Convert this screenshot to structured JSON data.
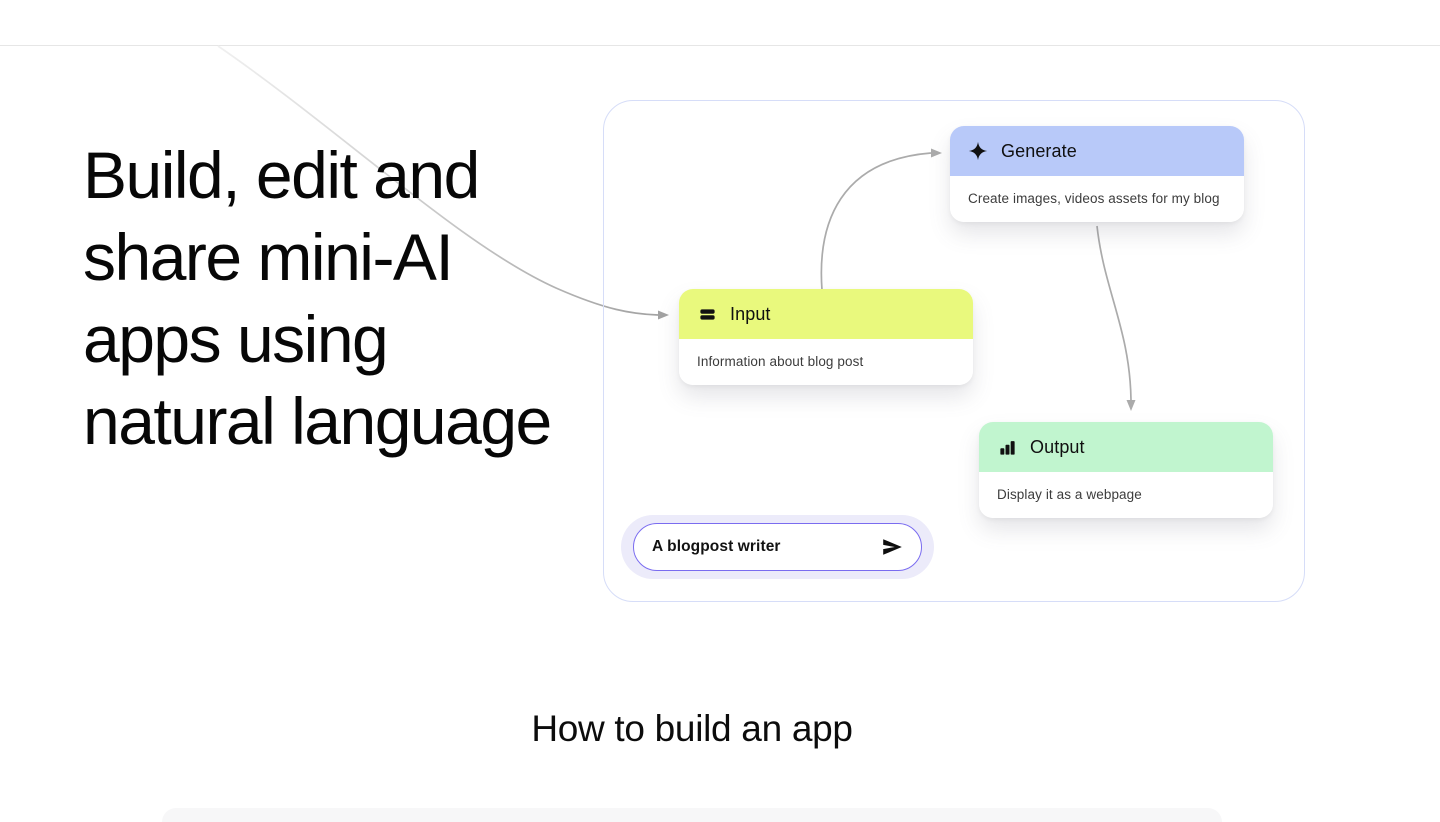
{
  "hero": {
    "lines": [
      "Build, edit and",
      "share mini-AI",
      "apps using",
      "natural language"
    ]
  },
  "canvas": {
    "nodes": [
      {
        "id": "generate",
        "icon": "sparkle-icon",
        "title": "Generate",
        "description": "Create images, videos assets for my blog",
        "header_color": "#b8c9f9"
      },
      {
        "id": "input",
        "icon": "input-lines-icon",
        "title": "Input",
        "description": "Information about blog post",
        "header_color": "#e9f97d"
      },
      {
        "id": "output",
        "icon": "bar-chart-icon",
        "title": "Output",
        "description": "Display it as a webpage",
        "header_color": "#c1f5cf"
      }
    ],
    "prompt": {
      "value": "A blogpost writer",
      "send_icon": "send-icon",
      "border_color": "#7a6cf0",
      "halo_color": "#ecebfa"
    }
  },
  "section": {
    "heading": "How to build an app"
  },
  "colors": {
    "panel_border": "#d6ddf8",
    "connector_gray": "#a9a9a9",
    "top_divider": "#e6e6e6",
    "bottom_card_bg": "#f7f7f8"
  }
}
